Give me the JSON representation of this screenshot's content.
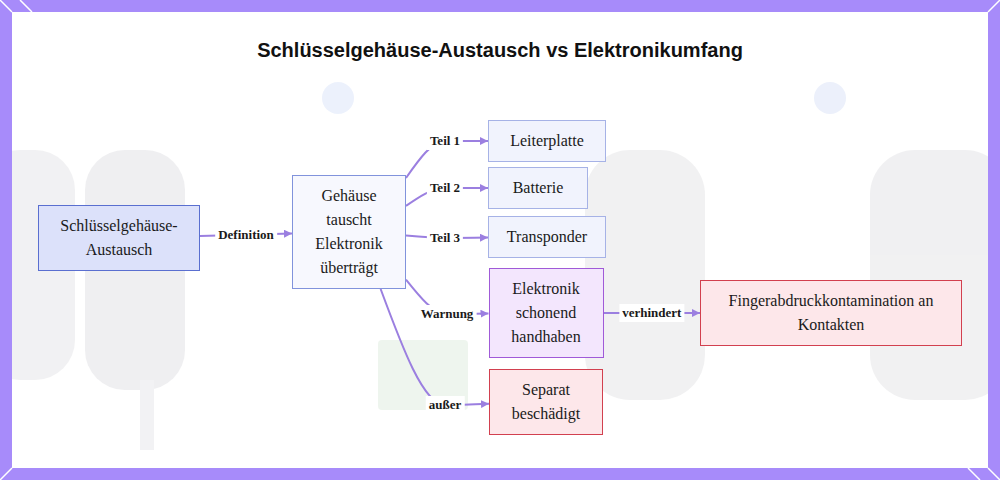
{
  "diagram": {
    "title": "Schlüsselgehäuse-Austausch vs Elektronikumfang",
    "nodes": [
      {
        "text": [
          "Schlüsselgehäuse-Austausch"
        ]
      },
      {
        "text": [
          "Gehäuse tauscht Elektronik überträgt"
        ]
      },
      {
        "text": [
          "Leiterplatte"
        ]
      },
      {
        "text": [
          "Batterie"
        ]
      },
      {
        "text": [
          "Transponder"
        ]
      },
      {
        "text": [
          "Elektronik schonend handhaben"
        ]
      },
      {
        "text": [
          "Fingerabdruckkontamination an Kontakten"
        ]
      },
      {
        "text": [
          "Separat beschädigt"
        ]
      }
    ],
    "edges": [
      {
        "from": 0,
        "to": 1,
        "label": "Definition",
        "arrow": "to"
      },
      {
        "from": 1,
        "to": 2,
        "label": "Teil 1",
        "arrow": "to"
      },
      {
        "from": 1,
        "to": 3,
        "label": "Teil 2",
        "arrow": "to"
      },
      {
        "from": 1,
        "to": 4,
        "label": "Teil 3",
        "arrow": "to"
      },
      {
        "from": 1,
        "to": 5,
        "label": "Warnung",
        "arrow": "to"
      },
      {
        "from": 5,
        "to": 6,
        "label": "verhindert",
        "arrow": "to"
      },
      {
        "from": 1,
        "to": 7,
        "label": "außer",
        "arrow": "to"
      }
    ]
  }
}
